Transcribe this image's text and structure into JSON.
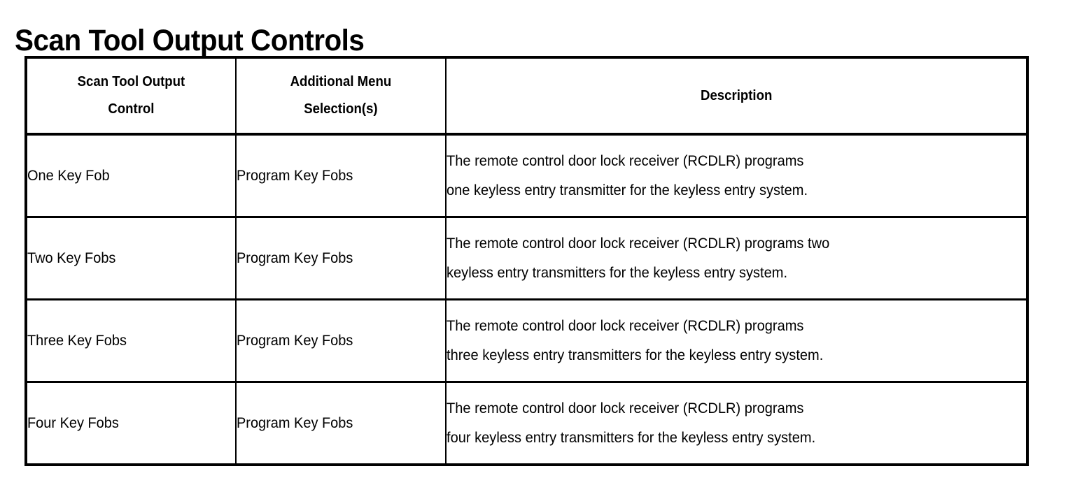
{
  "page": {
    "title": "Scan Tool Output Controls"
  },
  "table": {
    "columns": [
      {
        "id": "control",
        "header_lines": [
          "Scan Tool Output",
          "Control"
        ]
      },
      {
        "id": "menu",
        "header_lines": [
          "Additional Menu",
          "Selection(s)"
        ]
      },
      {
        "id": "description",
        "header_lines": [
          "Description"
        ]
      }
    ],
    "rows": [
      {
        "control": "One Key Fob",
        "menu": "Program Key Fobs",
        "description_lines": [
          "The remote control door lock receiver (RCDLR) programs",
          "one keyless entry transmitter for the keyless entry system."
        ]
      },
      {
        "control": "Two Key Fobs",
        "menu": "Program Key Fobs",
        "description_lines": [
          "The remote control door lock receiver (RCDLR) programs two",
          "keyless entry transmitters for the keyless entry system."
        ]
      },
      {
        "control": "Three Key Fobs",
        "menu": "Program Key Fobs",
        "description_lines": [
          "The remote control door lock receiver (RCDLR) programs",
          "three keyless entry transmitters for the keyless entry system."
        ]
      },
      {
        "control": "Four Key Fobs",
        "menu": "Program Key Fobs",
        "description_lines": [
          "The remote control door lock receiver (RCDLR) programs",
          "four keyless entry transmitters for the keyless entry system."
        ]
      }
    ]
  },
  "colors": {
    "text": "#000000",
    "background": "#ffffff",
    "border": "#000000"
  }
}
